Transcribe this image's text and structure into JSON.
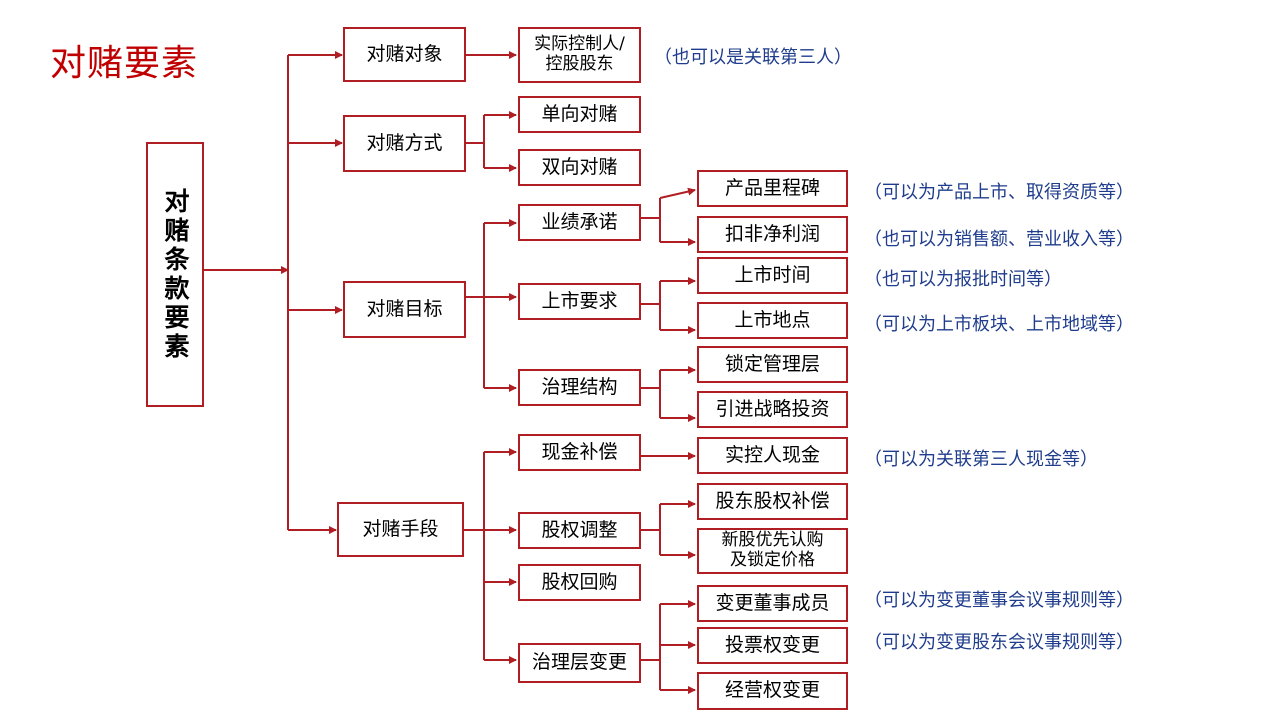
{
  "title": "对赌要素",
  "root": "对赌条款要素",
  "categories": {
    "target": "对赌对象",
    "method": "对赌方式",
    "goal": "对赌目标",
    "means": "对赌手段"
  },
  "items": {
    "controller": "实际控制人/\n控股股东",
    "unilateral": "单向对赌",
    "bilateral": "双向对赌",
    "performance": "业绩承诺",
    "ipo": "上市要求",
    "governance": "治理结构",
    "cash": "现金补偿",
    "equity_adjust": "股权调整",
    "buyback": "股权回购",
    "gov_change": "治理层变更"
  },
  "leaves": {
    "milestone": "产品里程碑",
    "net_profit": "扣非净利润",
    "ipo_time": "上市时间",
    "ipo_place": "上市地点",
    "lock_mgmt": "锁定管理层",
    "strategic": "引进战略投资",
    "ctrl_cash": "实控人现金",
    "share_comp": "股东股权补偿",
    "new_share": "新股优先认购\n及锁定价格",
    "board": "变更董事成员",
    "voting": "投票权变更",
    "operating": "经营权变更"
  },
  "notes": {
    "controller": "（也可以是关联第三人）",
    "milestone": "（可以为产品上市、取得资质等）",
    "net_profit": "（也可以为销售额、营业收入等）",
    "ipo_time": "（也可以为报批时间等）",
    "ipo_place": "（可以为上市板块、上市地域等）",
    "ctrl_cash": "（可以为关联第三人现金等）",
    "board": "（可以为变更董事会议事规则等）",
    "voting": "（可以为变更股东会议事规则等）"
  }
}
